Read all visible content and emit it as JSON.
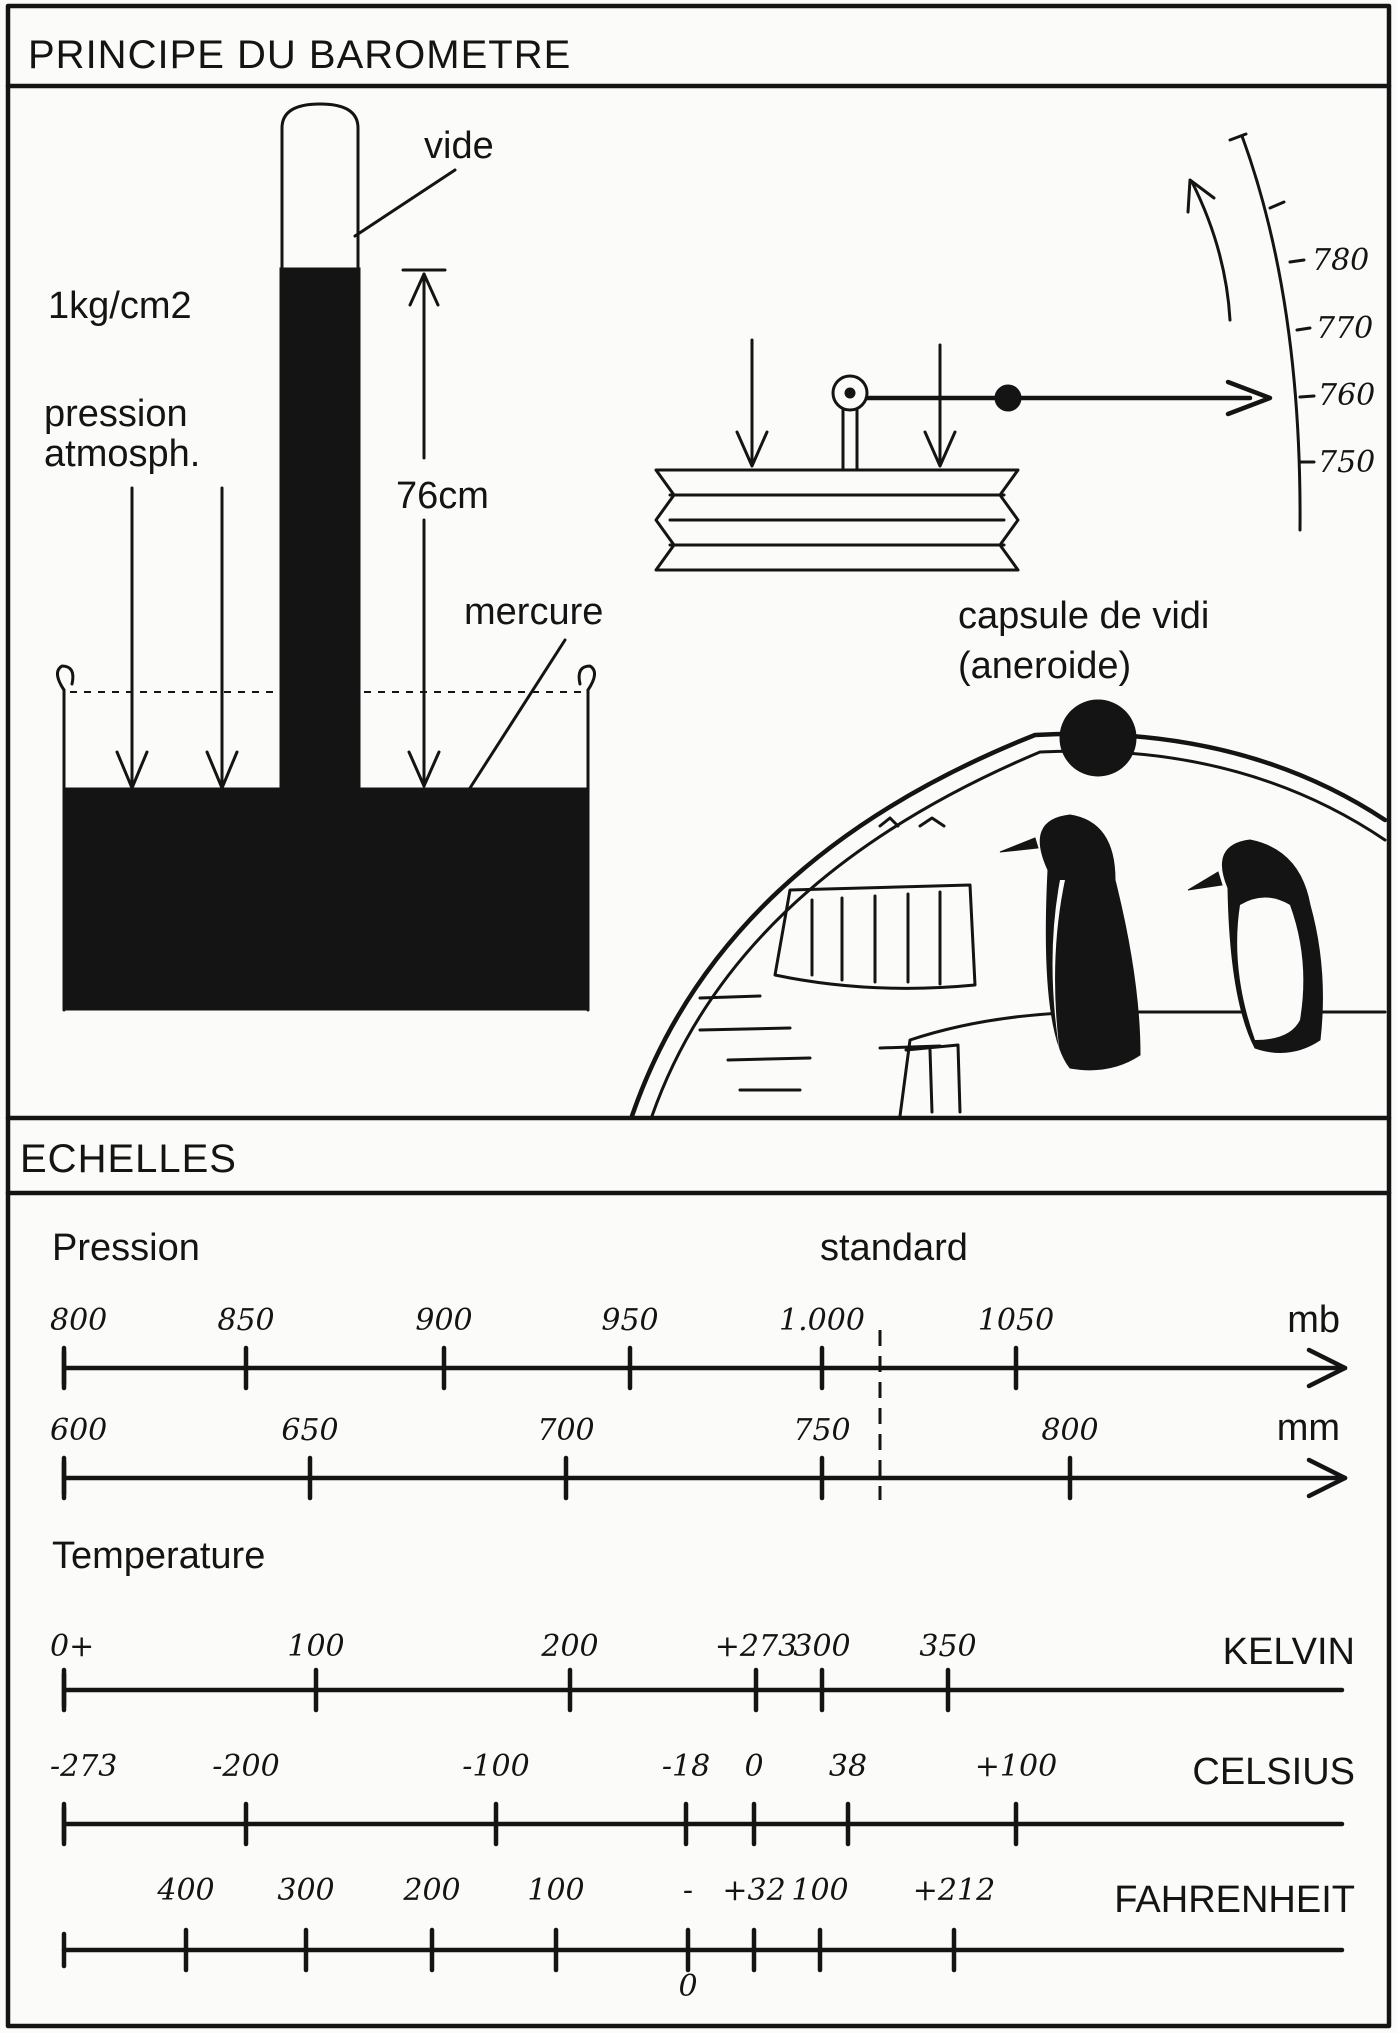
{
  "top_section": {
    "title": "PRINCIPE  DU  BAROMETRE",
    "labels": {
      "vide": "vide",
      "pressure_unit": "1kg/cm2",
      "pressure_line1": "pression",
      "pressure_line2": "atmosph.",
      "height": "76cm",
      "mercure": "mercure",
      "capsule_line1": "capsule de vidi",
      "capsule_line2": "(aneroide)"
    },
    "dial_marks": [
      "780",
      "770",
      "760",
      "750"
    ]
  },
  "bottom_section": {
    "title": "ECHELLES",
    "pressure_heading": "Pression",
    "standard_label": "standard",
    "temperature_heading": "Temperature",
    "scales": [
      {
        "name": "mb",
        "ticks": [
          "800",
          "850",
          "900",
          "950",
          "1.000",
          "1050"
        ]
      },
      {
        "name": "mm",
        "ticks": [
          "600",
          "650",
          "700",
          "750",
          "800"
        ]
      },
      {
        "name": "KELVIN",
        "ticks": [
          "0+",
          "100",
          "200",
          "+273",
          "300",
          "350"
        ]
      },
      {
        "name": "CELSIUS",
        "ticks": [
          "-273",
          "-200",
          "-100",
          "-18",
          "0",
          "38",
          "+100"
        ]
      },
      {
        "name": "FAHRENHEIT",
        "ticks": [
          "400",
          "300",
          "200",
          "100",
          "-",
          "+32",
          "100",
          "+212"
        ],
        "below_zero": "0"
      }
    ]
  }
}
